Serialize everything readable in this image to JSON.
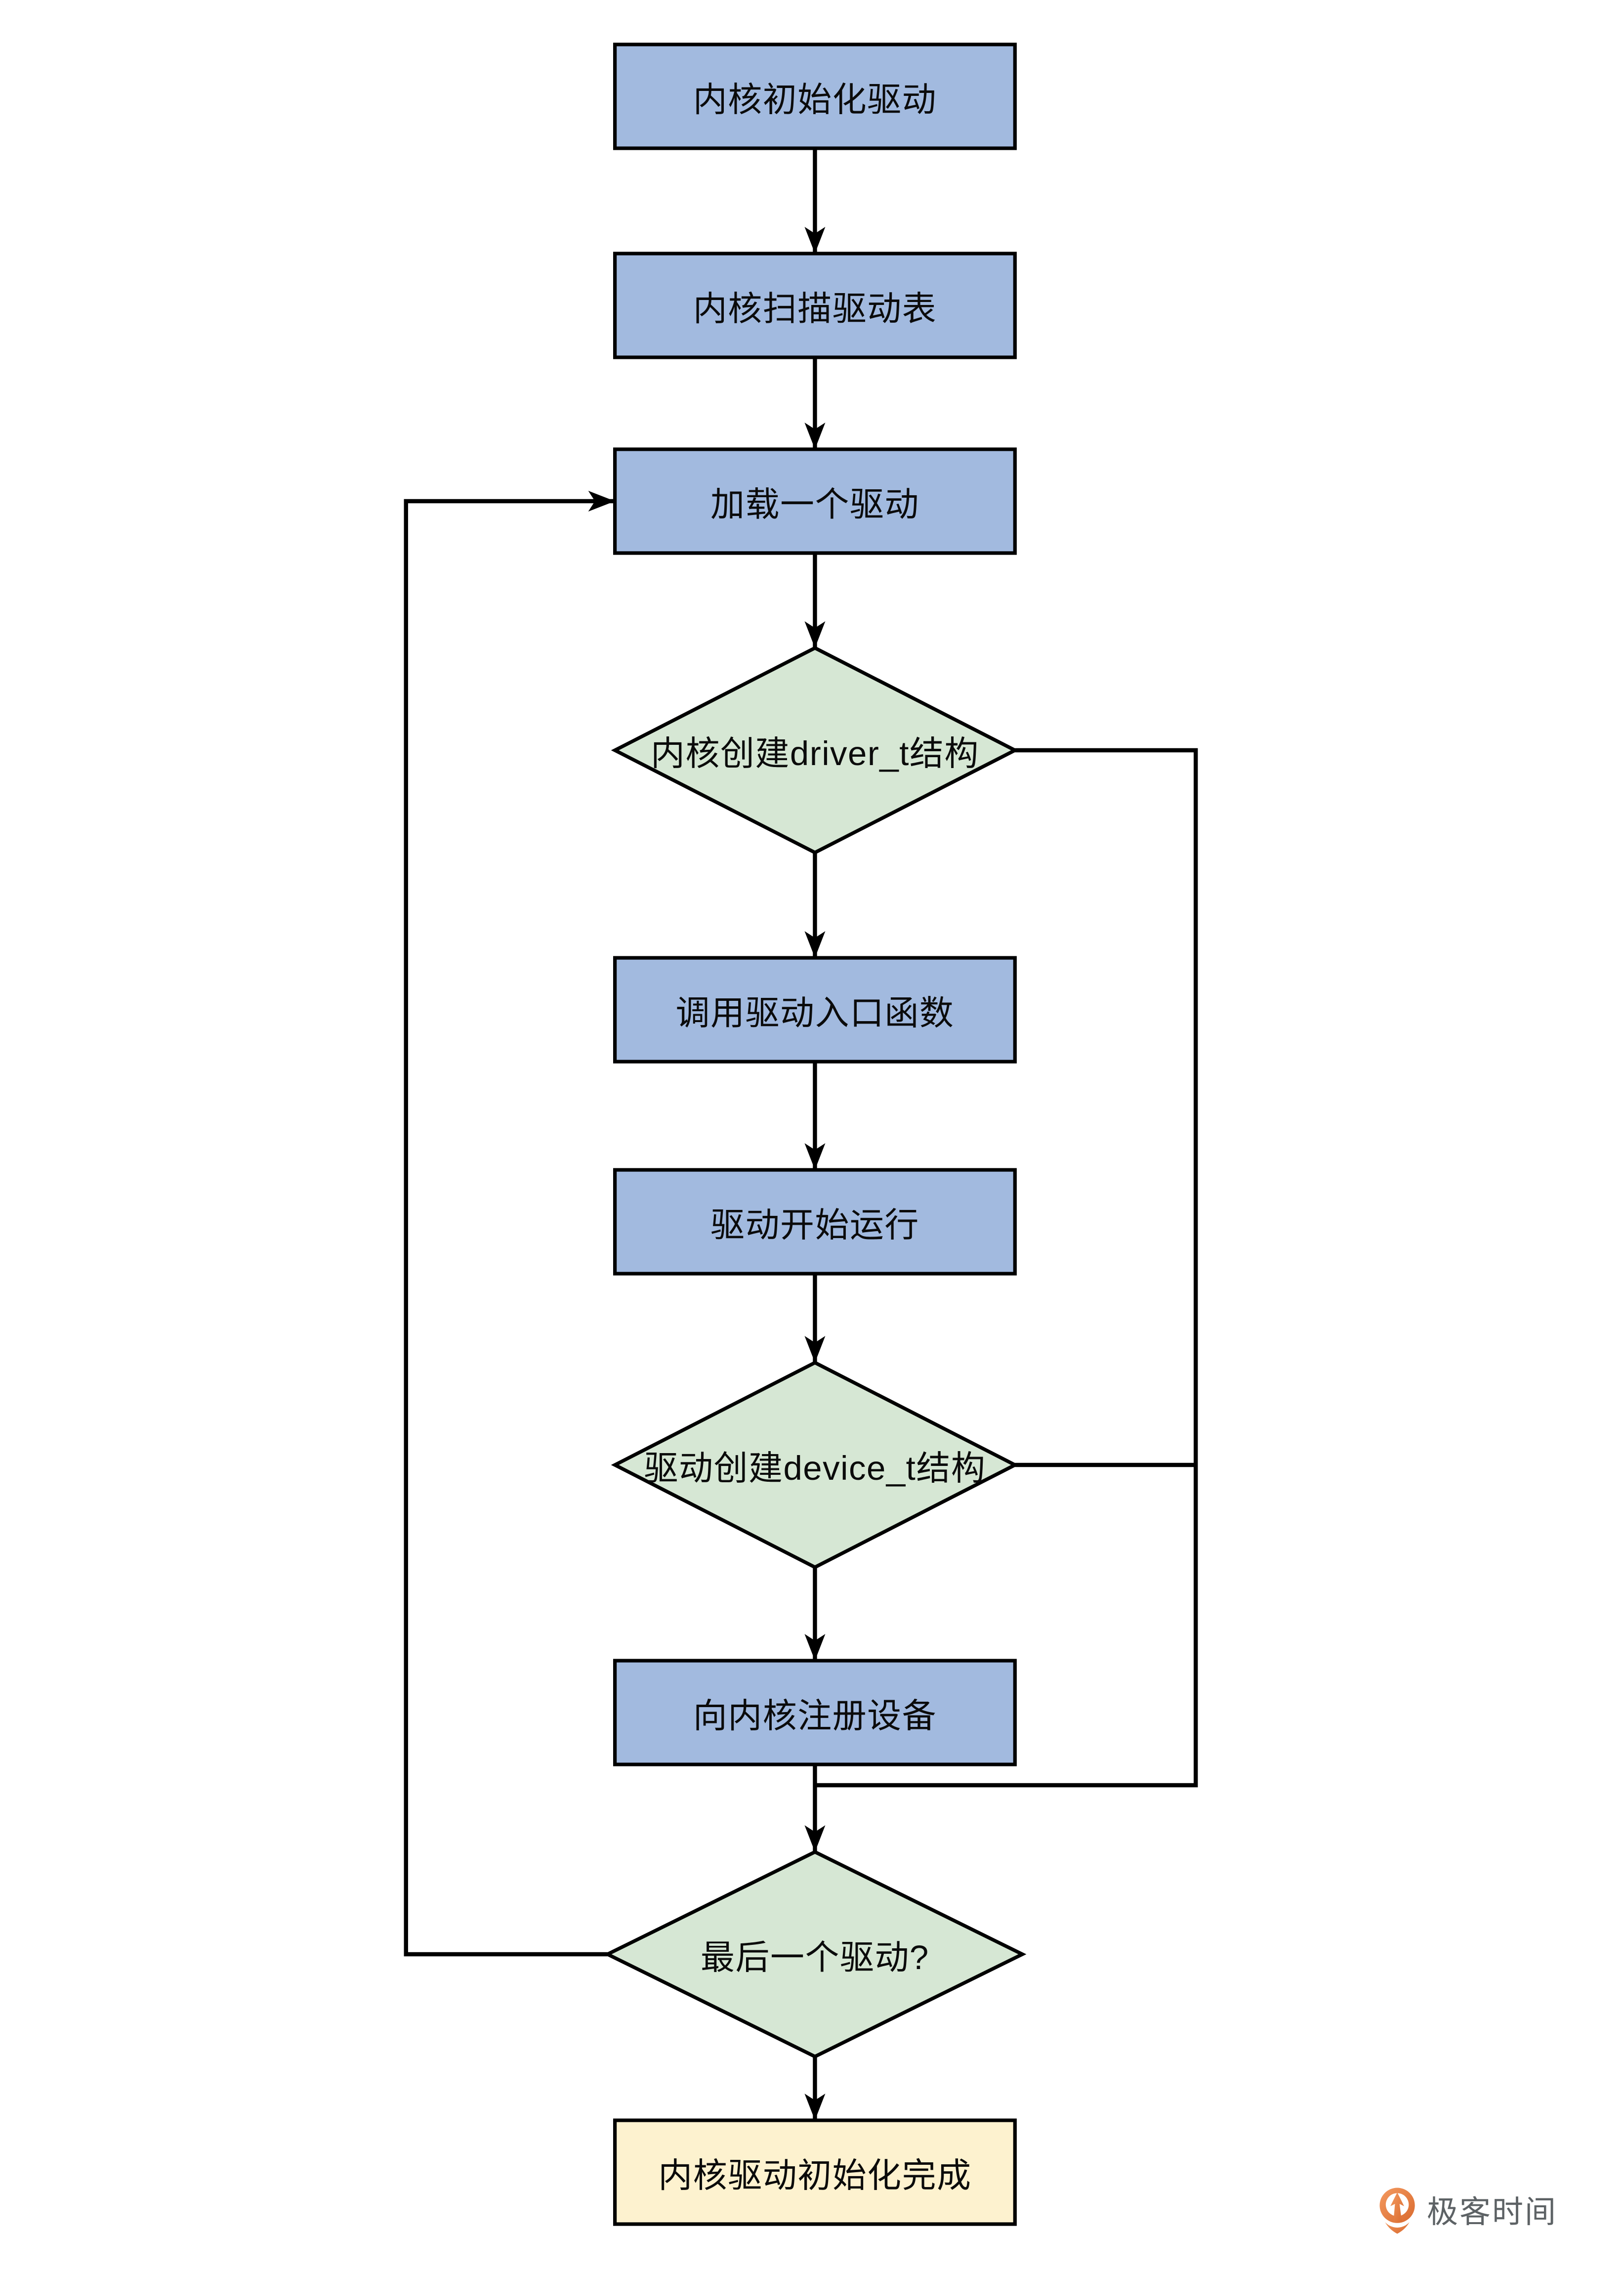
{
  "diagram": {
    "kind": "flowchart",
    "language": "zh-CN",
    "nodes": [
      {
        "id": "kernel_init",
        "shape": "process",
        "label": "内核初始化驱动"
      },
      {
        "id": "scan_table",
        "shape": "process",
        "label": "内核扫描驱动表"
      },
      {
        "id": "load_driver",
        "shape": "process",
        "label": "加载一个驱动"
      },
      {
        "id": "create_driver",
        "shape": "decision",
        "label": "内核创建driver_t结构"
      },
      {
        "id": "call_entry",
        "shape": "process",
        "label": "调用驱动入口函数"
      },
      {
        "id": "driver_run",
        "shape": "process",
        "label": "驱动开始运行"
      },
      {
        "id": "create_device",
        "shape": "decision",
        "label": "驱动创建device_t结构"
      },
      {
        "id": "register_dev",
        "shape": "process",
        "label": "向内核注册设备"
      },
      {
        "id": "last_driver",
        "shape": "decision",
        "label": "最后一个驱动?"
      },
      {
        "id": "init_done",
        "shape": "terminal",
        "label": "内核驱动初始化完成"
      }
    ],
    "edges": [
      {
        "from": "kernel_init",
        "to": "scan_table",
        "route": "down",
        "arrow": true
      },
      {
        "from": "scan_table",
        "to": "load_driver",
        "route": "down",
        "arrow": true
      },
      {
        "from": "load_driver",
        "to": "create_driver",
        "route": "down",
        "arrow": true
      },
      {
        "from": "create_driver",
        "to": "call_entry",
        "route": "down",
        "arrow": true
      },
      {
        "from": "call_entry",
        "to": "driver_run",
        "route": "down",
        "arrow": true
      },
      {
        "from": "driver_run",
        "to": "create_device",
        "route": "down",
        "arrow": true
      },
      {
        "from": "create_device",
        "to": "register_dev",
        "route": "down",
        "arrow": true
      },
      {
        "from": "register_dev",
        "to": "last_driver",
        "route": "down",
        "arrow": true
      },
      {
        "from": "create_driver",
        "to": "last_driver",
        "route": "right-bypass",
        "arrow": false
      },
      {
        "from": "create_device",
        "to": "last_driver",
        "route": "right-bypass",
        "arrow": false
      },
      {
        "from": "last_driver",
        "to": "load_driver",
        "route": "left-loop",
        "arrow": true
      },
      {
        "from": "last_driver",
        "to": "init_done",
        "route": "down",
        "arrow": true
      }
    ],
    "colors": {
      "process_fill": "#a2badf",
      "decision_fill": "#d6e7d4",
      "terminal_fill": "#fdf2cf",
      "stroke": "#000000",
      "connector": "#000000",
      "text": "#0b0b0b",
      "background": "#ffffff"
    }
  },
  "branding": {
    "logo_text": "极客时间",
    "logo_orange": "#e8813c",
    "logo_orange_light": "#f49a60",
    "logo_orange_dark": "#d96a2e",
    "logo_text_color": "#5d6265"
  }
}
